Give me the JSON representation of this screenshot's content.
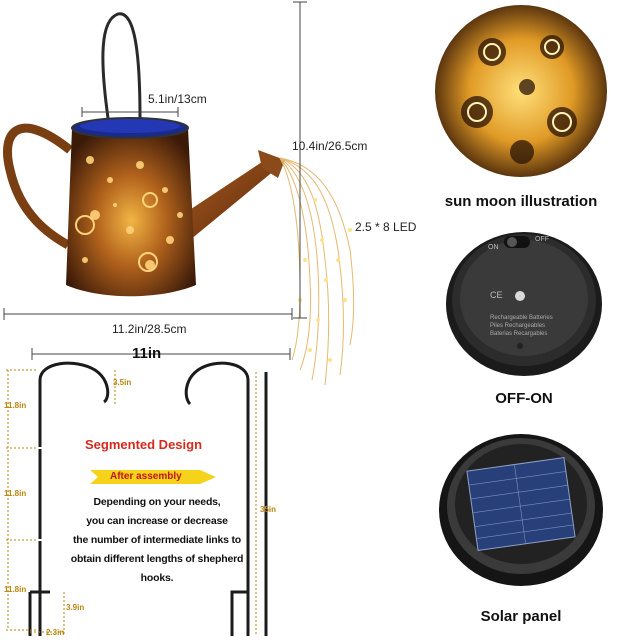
{
  "can": {
    "width_label": "5.1in/13cm",
    "height_label": "10.4in/26.5cm",
    "length_label": "11.2in/28.5cm",
    "led_label": "2.5 * 8 LED"
  },
  "hooks": {
    "span_label": "11in",
    "segment_labels": [
      "11.8in",
      "11.8in",
      "11.8in"
    ],
    "hook_label": "3.5in",
    "total_label": "35in",
    "foot_height_label": "3.9in",
    "foot_width_label": "2.3in"
  },
  "segmented": {
    "title": "Segmented Design",
    "banner": "After assembly",
    "lines": [
      "Depending on your needs,",
      "you can increase or decrease",
      "the number of intermediate links to",
      "obtain different lengths of shepherd hooks."
    ]
  },
  "features": [
    {
      "caption": "sun moon illustration"
    },
    {
      "caption": "OFF-ON"
    },
    {
      "caption": "Solar panel"
    }
  ],
  "switch_panel": {
    "off_label": "OFF",
    "on_label": "ON",
    "ce_mark": "CE",
    "battery_text": [
      "Rechargeable Batteries",
      "Piles Rechargeables",
      "Baterias Recargables"
    ]
  },
  "colors": {
    "copper": "#8a4a1a",
    "glow": "#f3b23a",
    "dark": "#1b1b1b",
    "red_title": "#d42a1e",
    "banner_yellow": "#f6d21a"
  }
}
